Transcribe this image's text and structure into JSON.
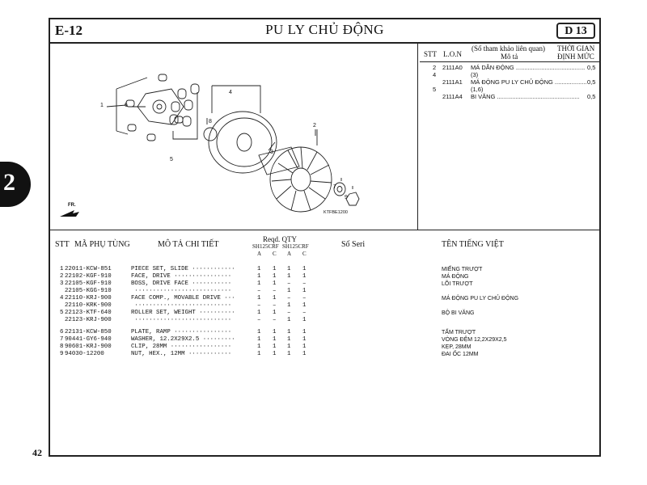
{
  "header": {
    "section_code": "E-12",
    "title": "PU LY CHỦ ĐỘNG",
    "diagram_code": "D 13"
  },
  "side_tab": "2",
  "page_number": "42",
  "diagram": {
    "callouts": [
      "1",
      "2",
      "3",
      "4",
      "5",
      "6",
      "7",
      "8",
      "9"
    ],
    "direction_label": "FR.",
    "figure_code": "KTFBE1200"
  },
  "reference_table": {
    "headers": {
      "stt": "STT",
      "lon": "L.O.N",
      "note": "(Số tham khảo liên quan)",
      "desc": "Mô tả",
      "time_line1": "THỜI GIAN",
      "time_line2": "ĐỊNH MỨC"
    },
    "rows": [
      {
        "stt": "2",
        "lon": "2111A0",
        "desc": "MÁ DẪN ĐỘNG .........................................",
        "time": "0,5"
      },
      {
        "stt": "4",
        "lon": "",
        "desc": "(3)",
        "time": ""
      },
      {
        "stt": "",
        "lon": "2111A1",
        "desc": "MÁ ĐỘNG PU LY CHỦ ĐỘNG ...................",
        "time": "0,5"
      },
      {
        "stt": "5",
        "lon": "",
        "desc": "(1,6)",
        "time": ""
      },
      {
        "stt": "",
        "lon": "2111A4",
        "desc": "BI VĂNG .................................................",
        "time": "0,5"
      }
    ]
  },
  "parts_table": {
    "headers": {
      "stt": "STT",
      "part_no": "MÃ PHỤ TÙNG",
      "desc": "MÔ TẢ CHI TIẾT",
      "reqd": "Reqd. QTY",
      "model1": "SH125CRF",
      "model2": "SH125CRF",
      "a": "A",
      "c": "C",
      "serial": "Số Seri",
      "viet": "TÊN TIẾNG VIỆT"
    },
    "rows": [
      {
        "stt": "1",
        "part": "22011-KCW-851",
        "desc": "PIECE SET, SLIDE ············",
        "q": [
          "1",
          "1",
          "1",
          "1"
        ],
        "viet": "MIẾNG TRƯỢT"
      },
      {
        "stt": "2",
        "part": "22102-KGF-910",
        "desc": "FACE, DRIVE ················",
        "q": [
          "1",
          "1",
          "1",
          "1"
        ],
        "viet": "MÁ ĐỘNG"
      },
      {
        "stt": "3",
        "part": "22105-KGF-910",
        "desc": "BOSS, DRIVE FACE ···········",
        "q": [
          "1",
          "1",
          "–",
          "–"
        ],
        "viet": "LÕI TRƯỢT"
      },
      {
        "stt": "",
        "part": "22105-KGG-910",
        "desc": " ···························",
        "q": [
          "–",
          "–",
          "1",
          "1"
        ],
        "viet": ""
      },
      {
        "stt": "4",
        "part": "22110-KRJ-900",
        "desc": "FACE COMP., MOVABLE DRIVE ···",
        "q": [
          "1",
          "1",
          "–",
          "–"
        ],
        "viet": "MÁ ĐỘNG PU LY CHỦ ĐỘNG"
      },
      {
        "stt": "",
        "part": "22110-KRK-900",
        "desc": " ···························",
        "q": [
          "–",
          "–",
          "1",
          "1"
        ],
        "viet": ""
      },
      {
        "stt": "5",
        "part": "22123-KTF-640",
        "desc": "ROLLER SET, WEIGHT ··········",
        "q": [
          "1",
          "1",
          "–",
          "–"
        ],
        "viet": "BỘ BI VĂNG"
      },
      {
        "stt": "",
        "part": "22123-KRJ-900",
        "desc": " ···························",
        "q": [
          "–",
          "–",
          "1",
          "1"
        ],
        "viet": ""
      },
      {
        "stt": "6",
        "part": "22131-KCW-850",
        "desc": "PLATE, RAMP ················",
        "q": [
          "1",
          "1",
          "1",
          "1"
        ],
        "viet": "TẤM TRƯỢT"
      },
      {
        "stt": "7",
        "part": "90441-GY6-940",
        "desc": "WASHER, 12.2X29X2.5 ·········",
        "q": [
          "1",
          "1",
          "1",
          "1"
        ],
        "viet": "VÒNG ĐỆM 12,2X29X2,5"
      },
      {
        "stt": "8",
        "part": "90601-KRJ-900",
        "desc": "CLIP, 28MM ·················",
        "q": [
          "1",
          "1",
          "1",
          "1"
        ],
        "viet": "KẸP, 28MM"
      },
      {
        "stt": "9",
        "part": "94030-12200",
        "desc": "NUT, HEX., 12MM ············",
        "q": [
          "1",
          "1",
          "1",
          "1"
        ],
        "viet": "ĐAI ỐC 12MM"
      }
    ]
  }
}
